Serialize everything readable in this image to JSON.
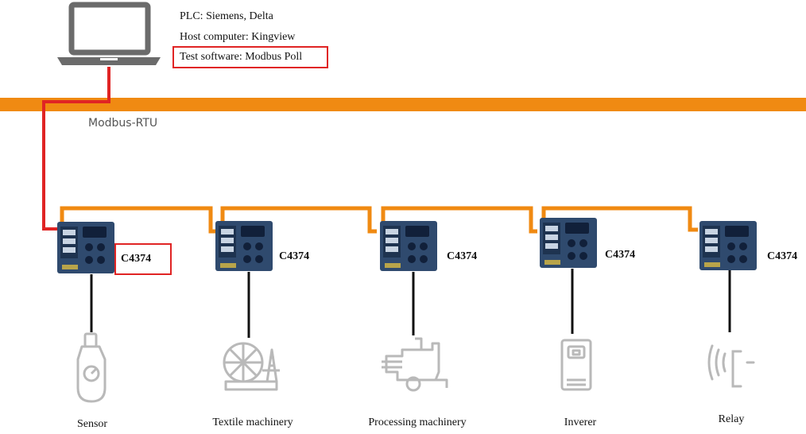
{
  "info": {
    "plc": "PLC: Siemens, Delta",
    "host": "Host computer: Kingview",
    "test_software": "Test software: Modbus Poll"
  },
  "bus": {
    "label": "Modbus-RTU"
  },
  "devices": [
    {
      "model": "C4374",
      "name": "Sensor",
      "icon": "sensor-icon"
    },
    {
      "model": "C4374",
      "name": "Textile machinery",
      "icon": "textile-machinery-icon"
    },
    {
      "model": "C4374",
      "name": "Processing machinery",
      "icon": "processing-machinery-icon"
    },
    {
      "model": "C4374",
      "name": "Inverer",
      "icon": "inverter-icon"
    },
    {
      "model": "C4374",
      "name": "Relay",
      "icon": "relay-icon"
    }
  ],
  "colors": {
    "bus": "#f08a12",
    "link": "#e02424",
    "highlight": "#e02424",
    "module": "#2f4a6e",
    "icon_stroke": "#b9b9b9",
    "laptop": "#6b6b6b"
  }
}
